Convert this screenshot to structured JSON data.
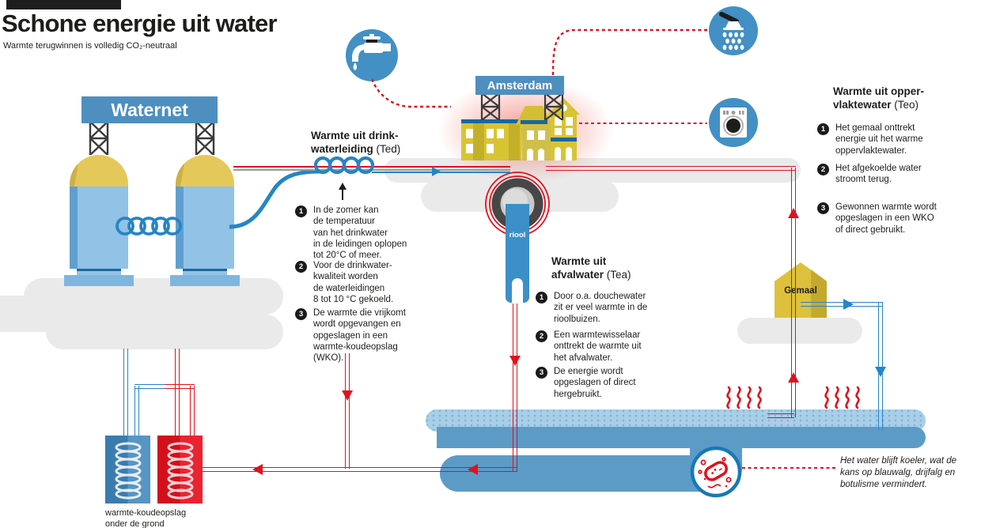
{
  "header": {
    "title": "Schone energie uit water",
    "subtitle": "Warmte terugwinnen is volledig CO₂-neutraal"
  },
  "landmarks": {
    "waternet": "Waternet",
    "amsterdam": "Amsterdam",
    "riool": "riool",
    "gemaal": "Gemaal"
  },
  "wko": {
    "caption": "warmte-koudeopslag\nonder de grond"
  },
  "sections": {
    "ted": {
      "heading_bold": "Warmte uit drink-\nwaterleiding",
      "heading_tag": " (Ted)",
      "items": [
        {
          "num": "1",
          "text": "In de zomer kan\nde temperatuur\nvan het drinkwater\nin de leidingen oplopen\ntot 20°C of meer."
        },
        {
          "num": "2",
          "text": "Voor de drinkwater-\nkwaliteit worden\nde waterleidingen\n8 tot 10 °C gekoeld."
        },
        {
          "num": "3",
          "text": "De warmte die vrijkomt\nwordt opgevangen en\nopgeslagen in een\nwarmte-koudeopslag\n(WKO)."
        }
      ]
    },
    "tea": {
      "heading_bold": "Warmte uit\nafvalwater",
      "heading_tag": " (Tea)",
      "items": [
        {
          "num": "1",
          "text": "Door o.a. douchewater\nzit er veel warmte in de\nrioolbuizen."
        },
        {
          "num": "2",
          "text": "Een warmtewisselaar\nonttrekt de warmte uit\nhet afvalwater."
        },
        {
          "num": "3",
          "text": "De energie wordt\nopgeslagen of direct\nhergebruikt."
        }
      ]
    },
    "teo": {
      "heading_bold": "Warmte uit opper-\nvlaktewater",
      "heading_tag": " (Teo)",
      "items": [
        {
          "num": "1",
          "text": "Het gemaal onttrekt\nenergie uit het warme\noppervlaktewater."
        },
        {
          "num": "2",
          "text": "Het afgekoelde water\nstroomt terug."
        },
        {
          "num": "3",
          "text": "Gewonnen warmte wordt\nopgeslagen in een WKO\nof direct gebruikt."
        }
      ]
    }
  },
  "note": {
    "text": "Het water blijft koeler, wat de\nkans op blauwalg, drijfalg en\nbotulisme vermindert."
  },
  "icons": {
    "tap": "tap-icon",
    "shower": "shower-icon",
    "washing_machine": "washing-machine-icon",
    "bacteria": "bacteria-icon"
  },
  "colors": {
    "accent_red": "#e2101c",
    "brand_blue": "#4e8fc0",
    "icon_blue": "#4390c4",
    "pipe_blue": "#2585c5",
    "water_light": "#a9cee8",
    "water_dark": "#5d9bc7",
    "building_yellow": "#d8c433",
    "dome_yellow": "#e3c351",
    "text_dark": "#1d1d1b"
  }
}
